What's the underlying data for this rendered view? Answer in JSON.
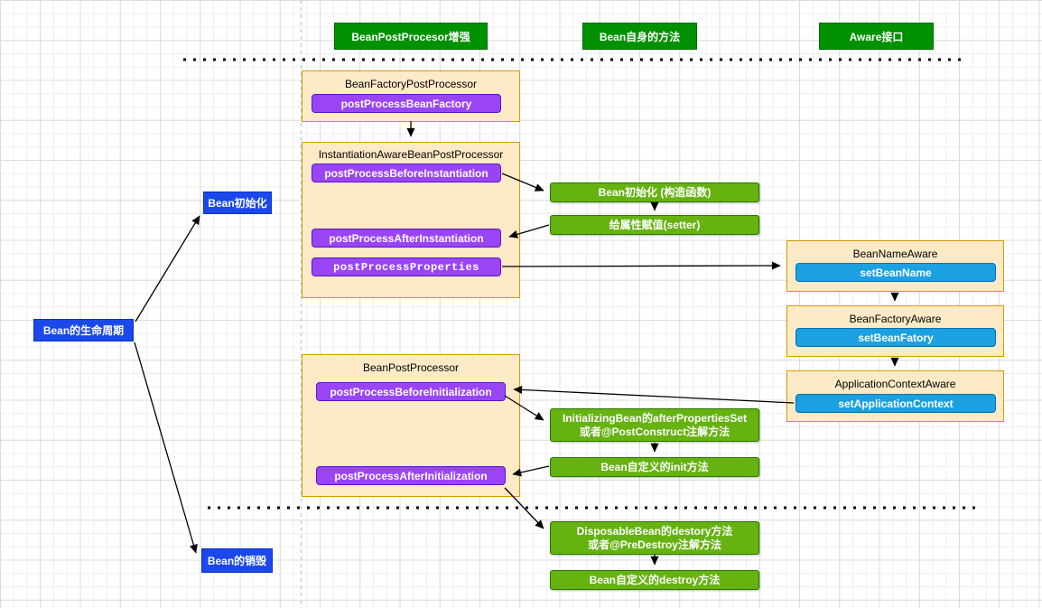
{
  "colors": {
    "header_green": "#009100",
    "header_green_border": "#006B00",
    "step_green": "#65B211",
    "step_green_border": "#2D7600",
    "purple": "#9A45F5",
    "purple_border": "#5D13C4",
    "blue_button": "#1BA1E2",
    "blue_button_border": "#006EAF",
    "blue_node": "#1B48EA",
    "blue_node_border": "#0B31C4",
    "container_fill": "#FFEAC7",
    "container_border": "#D79B00",
    "guide_color": "#A7CBC3"
  },
  "headers": {
    "post_processor": "BeanPostProcesor增强",
    "bean_methods": "Bean自身的方法",
    "aware": "Aware接口"
  },
  "lifecycle": {
    "root": "Bean的生命周期",
    "init": "Bean初始化",
    "destroy": "Bean的销毁"
  },
  "bfpp": {
    "title": "BeanFactoryPostProcessor",
    "m1": "postProcessBeanFactory"
  },
  "iabpp": {
    "title": "InstantiationAwareBeanPostProcessor",
    "m1": "postProcessBeforeInstantiation",
    "m2": "postProcessAfterInstantiation",
    "m3": "postProcessProperties"
  },
  "bpp": {
    "title": "BeanPostProcessor",
    "m1": "postProcessBeforeInitialization",
    "m2": "postProcessAfterInitialization"
  },
  "aware1": {
    "title": "BeanNameAware",
    "m1": "setBeanName"
  },
  "aware2": {
    "title": "BeanFactoryAware",
    "m1": "setBeanFatory"
  },
  "aware3": {
    "title": "ApplicationContextAware",
    "m1": "setApplicationContext"
  },
  "steps": {
    "construct": "Bean初始化 (构造函数)",
    "setter": "给属性赋值(setter)",
    "after_props_1": "InitializingBean的afterPropertiesSet",
    "after_props_2": "或者@PostConstruct注解方法",
    "custom_init": "Bean自定义的init方法",
    "destory_1": "DisposableBean的destory方法",
    "destory_2": "或者@PreDestroy注解方法",
    "custom_destroy": "Bean自定义的destroy方法"
  }
}
